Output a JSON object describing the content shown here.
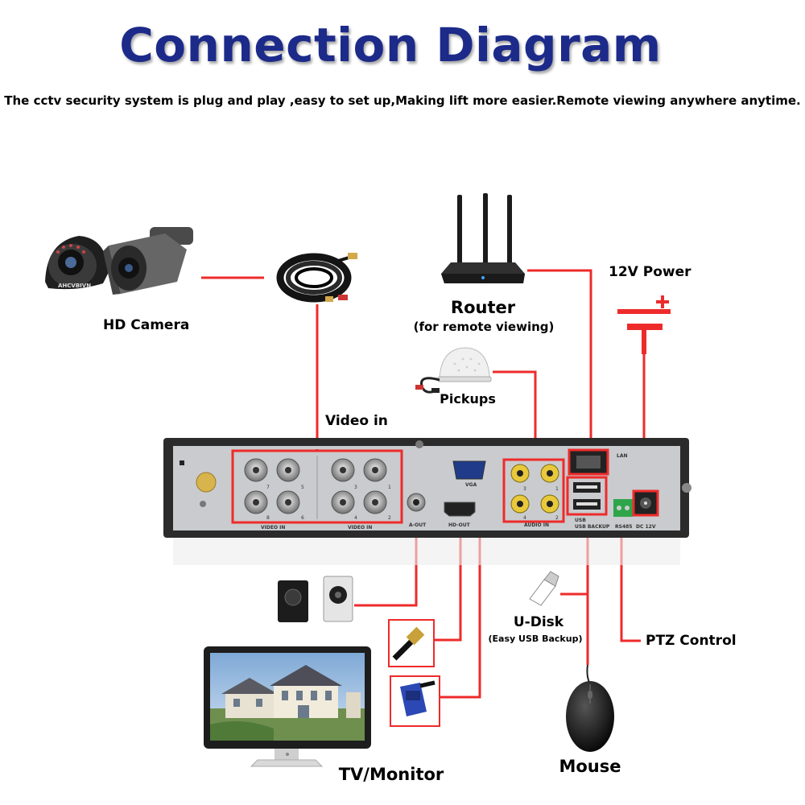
{
  "title": "Connection Diagram",
  "subtitle": "The cctv security system is plug and play ,easy to set up,Making lift more easier.Remote viewing anywhere anytime.",
  "labels": {
    "hd_camera": "HD Camera",
    "router": "Router",
    "router_sub": "(for remote viewing)",
    "power": "12V Power",
    "pickups": "Pickups",
    "video_in": "Video in",
    "udisk": "U-Disk",
    "udisk_sub": "(Easy USB Backup)",
    "ptz": "PTZ Control",
    "tv": "TV/Monitor",
    "mouse": "Mouse"
  },
  "dvr_panel": {
    "video_in_left": "VIDEO IN",
    "video_in_right": "VIDEO IN",
    "a_out": "A-OUT",
    "hd_out": "HD-OUT",
    "vga": "VGA",
    "audio_in": "AUDIO IN",
    "lan": "LAN",
    "usb": "USB",
    "usb_backup": "USB BACKUP",
    "rs485": "RS485",
    "dc": "DC 12V",
    "ports_left_top": [
      "7",
      "5"
    ],
    "ports_left_bottom": [
      "8",
      "6"
    ],
    "ports_right_top": [
      "3",
      "1"
    ],
    "ports_right_bottom": [
      "4",
      "2"
    ],
    "audio_top": [
      "3",
      "1"
    ],
    "audio_bottom": [
      "4",
      "2"
    ]
  },
  "camera_brand": "AHCVBIVN",
  "colors": {
    "title": "#1c2a8a",
    "wire": "#ee2b2b",
    "dvr": "#2b2b2b",
    "panel": "#c9cbce"
  },
  "icons": [
    "dome-camera-icon",
    "bullet-camera-icon",
    "cable-coil-icon",
    "router-icon",
    "microphone-icon",
    "power-symbol-icon",
    "speaker-icon",
    "hdmi-plug-icon",
    "vga-plug-icon",
    "usb-stick-icon",
    "mouse-icon",
    "monitor-icon"
  ]
}
